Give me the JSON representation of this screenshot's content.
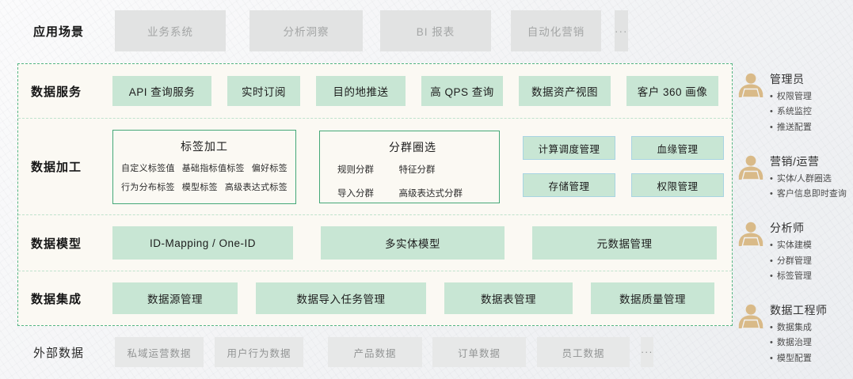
{
  "app_scenarios": {
    "label": "应用场景",
    "items": [
      "业务系统",
      "分析洞察",
      "BI 报表",
      "自动化营销",
      "···"
    ]
  },
  "platform": {
    "data_services": {
      "label": "数据服务",
      "items": [
        "API 查询服务",
        "实时订阅",
        "目的地推送",
        "高 QPS 查询",
        "数据资产视图",
        "客户 360 画像"
      ]
    },
    "data_processing": {
      "label": "数据加工",
      "tag_group": {
        "title": "标签加工",
        "items": [
          "自定义标签值",
          "基础指标值标签",
          "偏好标签",
          "行为分布标签",
          "模型标签",
          "高级表达式标签"
        ]
      },
      "segment_group": {
        "title": "分群圈选",
        "items": [
          "规则分群",
          "特征分群",
          "导入分群",
          "高级表达式分群"
        ]
      },
      "management_items": [
        "计算调度管理",
        "血缘管理",
        "存储管理",
        "权限管理"
      ]
    },
    "data_model": {
      "label": "数据模型",
      "items": [
        "ID-Mapping / One-ID",
        "多实体模型",
        "元数据管理"
      ]
    },
    "data_integration": {
      "label": "数据集成",
      "items": [
        "数据源管理",
        "数据导入任务管理",
        "数据表管理",
        "数据质量管理"
      ]
    }
  },
  "external_data": {
    "label": "外部数据",
    "items": [
      "私域运营数据",
      "用户行为数据",
      "产品数据",
      "订单数据",
      "员工数据",
      "···"
    ]
  },
  "personas": [
    {
      "title": "管理员",
      "items": [
        "权限管理",
        "系统监控",
        "推送配置"
      ]
    },
    {
      "title": "营销/运营",
      "items": [
        "实体/人群圈选",
        "客户信息即时查询"
      ]
    },
    {
      "title": "分析师",
      "items": [
        "实体建模",
        "分群管理",
        "标签管理"
      ]
    },
    {
      "title": "数据工程师",
      "items": [
        "数据集成",
        "数据治理",
        "模型配置"
      ]
    }
  ],
  "colors": {
    "green_box": "#c8e6d4",
    "green_border": "#44a878",
    "container_dash": "#54b583",
    "container_bg": "#fbf9f3",
    "mgmt_blue_border": "#a8d4e2",
    "gray_box": "#e2e3e3",
    "persona_tan": "#d9ba88"
  }
}
